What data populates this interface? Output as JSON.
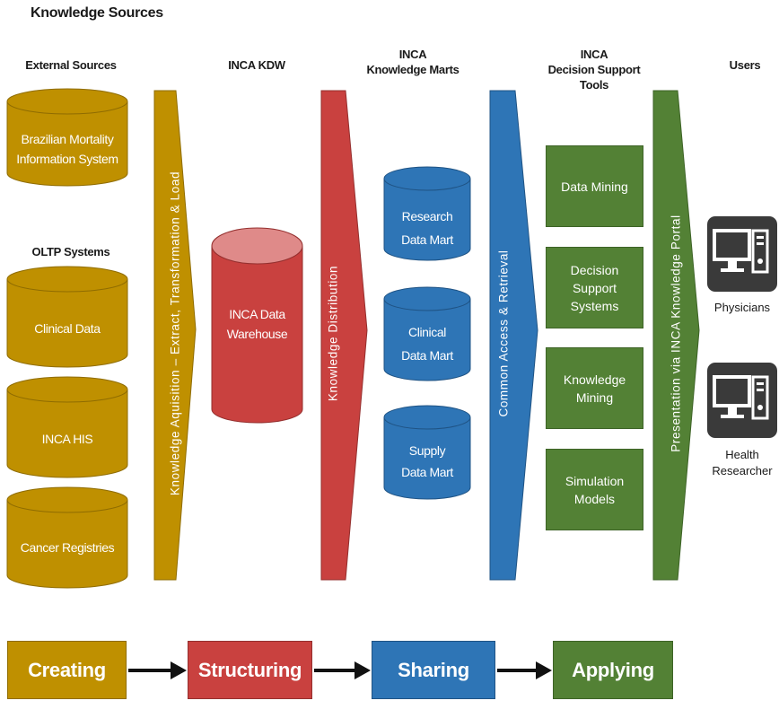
{
  "title": "Knowledge Sources",
  "headers": {
    "external_sources": "External Sources",
    "inca_kdw": "INCA KDW",
    "knowledge_marts": [
      "INCA",
      "Knowledge Marts"
    ],
    "decision_support": [
      "INCA",
      "Decision Support",
      "Tools"
    ],
    "users": "Users",
    "oltp_systems": "OLTP Systems"
  },
  "sources": {
    "brazilian_mortality": [
      "Brazilian Mortality",
      "Information System"
    ],
    "clinical_data": "Clinical Data",
    "inca_his": "INCA HIS",
    "cancer_registries": "Cancer Registries"
  },
  "arrows": {
    "acquisition": "Knowledge Aquisition – Extract, Transformation & Load",
    "distribution": "Knowledge Distribution",
    "access": "Common Access & Retrieval",
    "presentation": "Presentation via INCA Knowledge Portal"
  },
  "warehouse": [
    "INCA Data",
    "Warehouse"
  ],
  "marts": {
    "research": [
      "Research",
      "Data Mart"
    ],
    "clinical": [
      "Clinical",
      "Data Mart"
    ],
    "supply": [
      "Supply",
      "Data Mart"
    ]
  },
  "tools": {
    "data_mining": [
      "Data Mining"
    ],
    "decision_support": [
      "Decision",
      "Support",
      "Systems"
    ],
    "knowledge_mining": [
      "Knowledge",
      "Mining"
    ],
    "simulation": [
      "Simulation",
      "Models"
    ]
  },
  "users": {
    "physicians": [
      "Physicians"
    ],
    "health_researcher": [
      "Health",
      "Researcher"
    ]
  },
  "stages": {
    "creating": "Creating",
    "structuring": "Structuring",
    "sharing": "Sharing",
    "applying": "Applying"
  },
  "colors": {
    "gold": "#bf9000",
    "red": "#c9413f",
    "blue": "#2e75b6",
    "green": "#538135",
    "monitor": "#3a3a3a"
  },
  "icons": [
    "computer-icon"
  ]
}
